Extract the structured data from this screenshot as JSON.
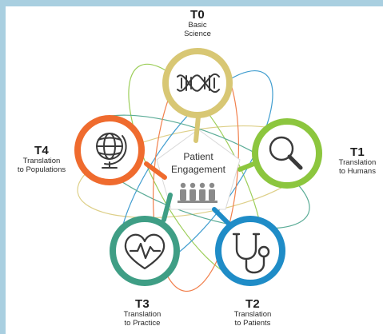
{
  "center": {
    "line1": "Patient",
    "line2": "Engagement"
  },
  "stages": [
    {
      "code": "T0",
      "line1": "Basic",
      "line2": "Science",
      "color": "#d8c774",
      "icon": "dna-icon"
    },
    {
      "code": "T1",
      "line1": "Translation",
      "line2": "to Humans",
      "color": "#8cc63e",
      "icon": "magnifier-icon"
    },
    {
      "code": "T2",
      "line1": "Translation",
      "line2": "to Patients",
      "color": "#1f8cc7",
      "icon": "stethoscope-icon"
    },
    {
      "code": "T3",
      "line1": "Translation",
      "line2": "to Practice",
      "color": "#3f9e85",
      "icon": "heartbeat-icon"
    },
    {
      "code": "T4",
      "line1": "Translation",
      "line2": "to Populations",
      "color": "#ef6b2e",
      "icon": "globe-icon"
    }
  ],
  "colors": {
    "background": "#a9cfe0",
    "panel": "#ffffff",
    "center_fill": "#ffffff",
    "people_icon": "#8a8a8a"
  }
}
